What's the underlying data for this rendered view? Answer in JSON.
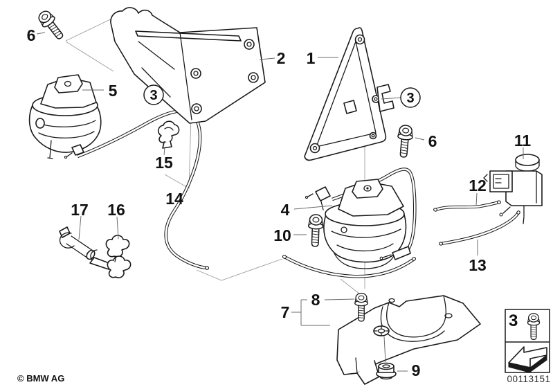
{
  "diagram": {
    "callouts": {
      "bolt_front_left": "6",
      "mount_left": "5",
      "engine_support_bracket": "2",
      "transmission_bracket": "1",
      "circled_left": "3",
      "circled_right": "3",
      "pipe_clip": "15",
      "vent_pipe": "14",
      "line_holder": "17",
      "double_clip": "16",
      "mount_right": "4",
      "mount_bolt": "10",
      "bolt_front_right": "6",
      "changeover_valve": "11",
      "vacuum_hose_upper": "12",
      "vacuum_hose_lower": "13",
      "support_bolt": "8",
      "support_bracket": "7",
      "cap_nut": "9"
    },
    "legend": {
      "item_ref": "3"
    },
    "footer": {
      "copyright": "© BMW AG",
      "image_number": "00113151"
    }
  }
}
